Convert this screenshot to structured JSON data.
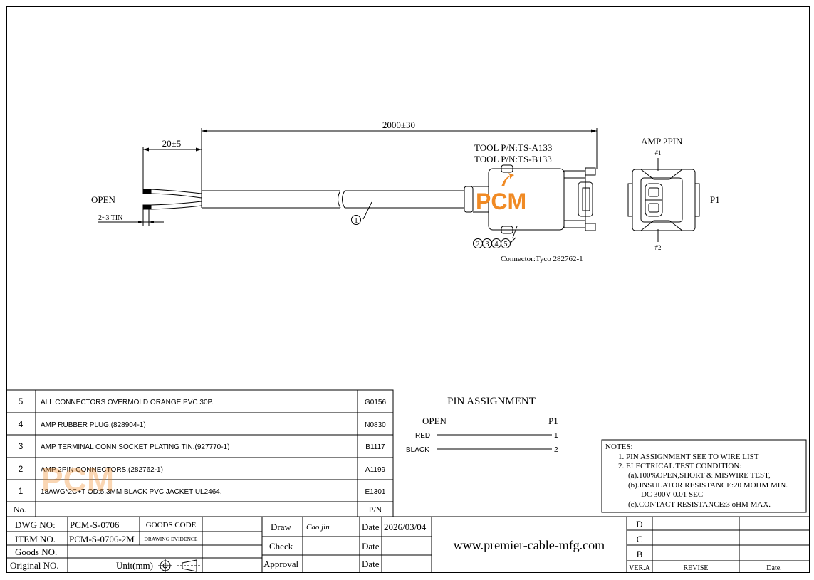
{
  "drawing": {
    "dim_total": "2000±30",
    "dim_strip": "20±5",
    "open_label": "OPEN",
    "tin_label": "2~3 TIN",
    "tool1": "TOOL P/N:TS-A133",
    "tool2": "TOOL P/N:TS-B133",
    "amp_label": "AMP 2PIN",
    "pin1_label": "#1",
    "pin2_label": "#2",
    "p1_label": "P1",
    "connector_note": "Connector:Tyco 282762-1",
    "balloon_cable": "1",
    "balloons_conn": [
      "2",
      "3",
      "4",
      "5"
    ],
    "logo": "PCM"
  },
  "bom": {
    "rows": [
      {
        "no": "5",
        "desc": "ALL CONNECTORS OVERMOLD ORANGE PVC 30P.",
        "pn": "G0156"
      },
      {
        "no": "4",
        "desc": "AMP RUBBER PLUG.(828904-1)",
        "pn": "N0830"
      },
      {
        "no": "3",
        "desc": "AMP TERMINAL CONN SOCKET PLATING TIN.(927770-1)",
        "pn": "B1117"
      },
      {
        "no": "2",
        "desc": "AMP 2PIN CONNECTORS.(282762-1)",
        "pn": "A1199"
      },
      {
        "no": "1",
        "desc": "18AWG*2C+T OD:5.3MM BLACK PVC JACKET UL2464.",
        "pn": "E1301"
      }
    ],
    "header_no": "No.",
    "header_pn": "P/N"
  },
  "pin_assignment": {
    "title": "PIN   ASSIGNMENT",
    "left": "OPEN",
    "right": "P1",
    "rows": [
      {
        "wire": "RED",
        "pin": "1"
      },
      {
        "wire": "BLACK",
        "pin": "2"
      }
    ]
  },
  "notes": {
    "title": "NOTES:",
    "lines": [
      "1.  PIN ASSIGNMENT SEE TO WIRE LIST",
      "2.  ELECTRICAL TEST CONDITION:",
      "(a).100%OPEN,SHORT & MISWIRE TEST,",
      "(b).INSULATOR RESISTANCE:20 MOHM MIN.",
      "DC 300V 0.01 SEC",
      "(c).CONTACT RESISTANCE:3 oHM MAX."
    ]
  },
  "title_block": {
    "dwg_no_label": "DWG NO:",
    "dwg_no": "PCM-S-0706",
    "goods_code": "GOODS CODE",
    "item_no_label": "ITEM NO.",
    "item_no": "PCM-S-0706-2M",
    "drawing_evidence": "DRAWING EVIDENCE",
    "goods_no_label": "Goods NO.",
    "original_no_label": "Original NO.",
    "unit_label": "Unit(mm)",
    "draw": "Draw",
    "drawer_sign": "Cao jin",
    "check": "Check",
    "approval": "Approval",
    "date": "Date",
    "date_value": "2026/03/04",
    "website": "www.premier-cable-mfg.com",
    "rev_d": "D",
    "rev_c": "C",
    "rev_b": "B",
    "ver": "VER.A",
    "revise": "REVISE",
    "rev_date": "Date."
  },
  "colors": {
    "logo": "#f08a24",
    "line": "#000000"
  }
}
